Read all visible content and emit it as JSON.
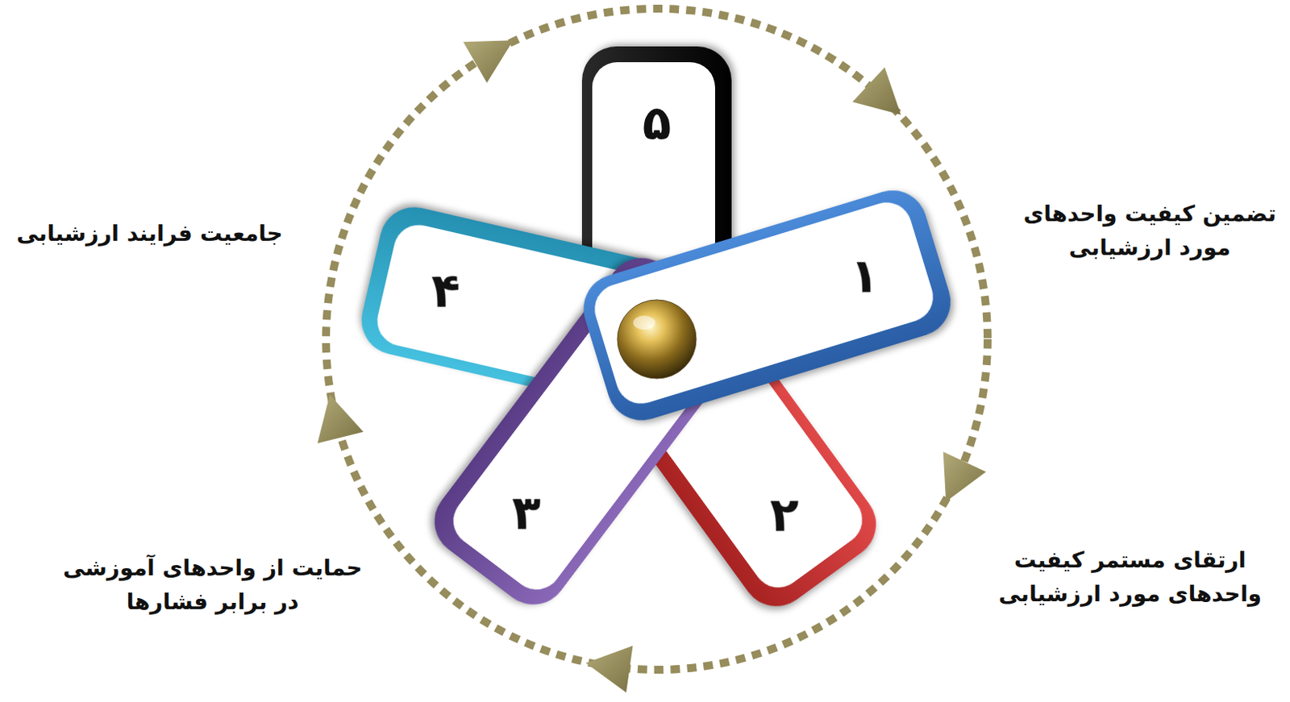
{
  "diagram": {
    "nodes": [
      {
        "text": [
          "۱"
        ]
      },
      {
        "text": [
          "۲"
        ]
      },
      {
        "text": [
          "۳"
        ]
      },
      {
        "text": [
          "۴"
        ]
      },
      {
        "text": [
          "۵"
        ]
      }
    ],
    "labels": [
      "تضمین کیفیت واحدهای مورد ارزشیابی",
      "ارتقای مستمر کیفیت واحدهای مورد ارزشیابی",
      "حمایت از واحدهای آموزشی در برابر فشارها",
      "جامعیت فرایند ارزشیابی"
    ]
  }
}
